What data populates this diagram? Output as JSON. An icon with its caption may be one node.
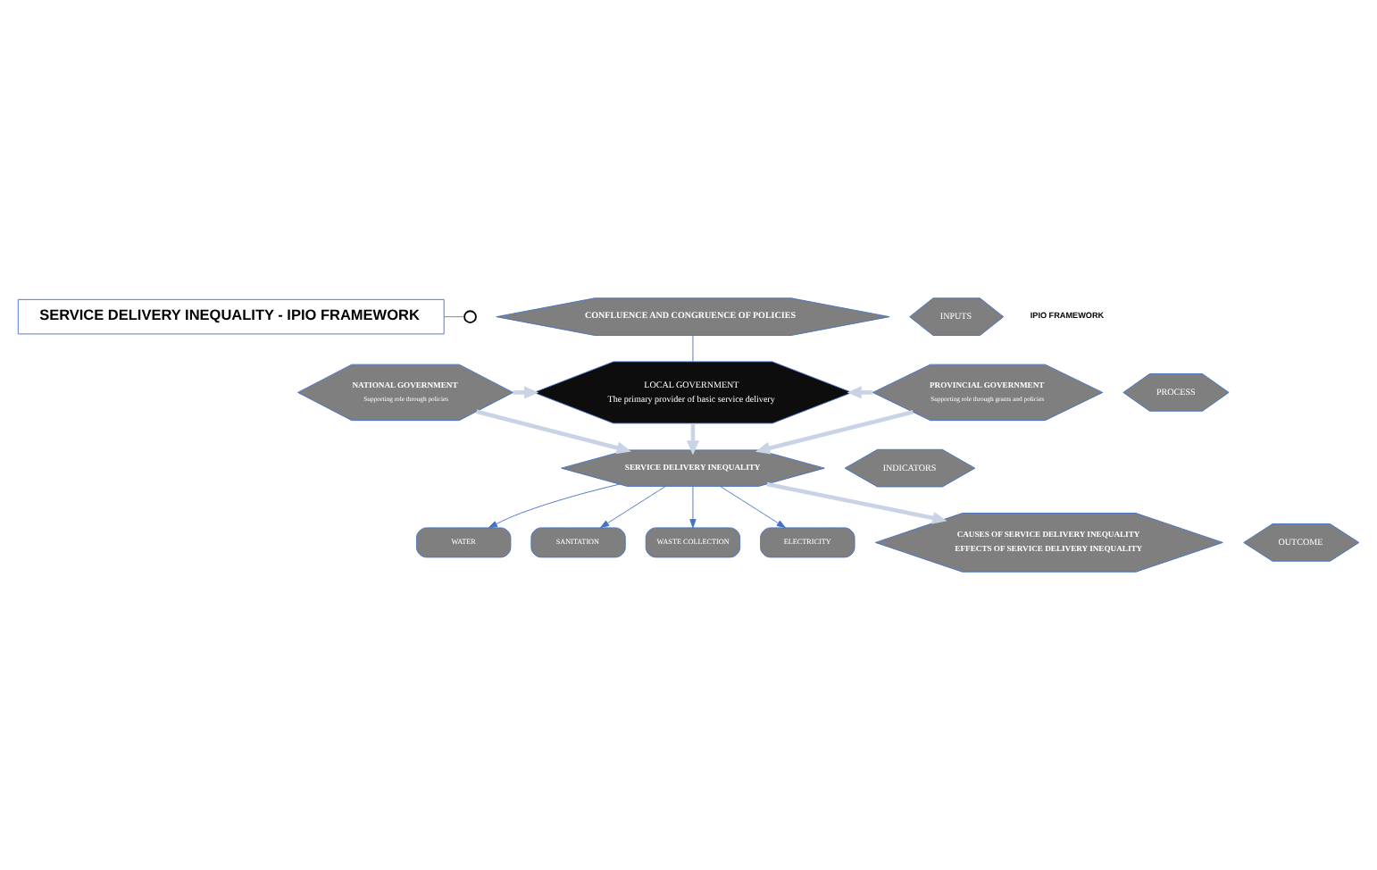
{
  "diagram": {
    "nodes": [
      {
        "text": [
          "SERVICE DELIVERY INEQUALITY - IPIO FRAMEWORK"
        ]
      },
      {
        "text": [],
        "shape": "circle"
      },
      {
        "text": [
          "CONFLUENCE AND CONGRUENCE OF POLICIES"
        ]
      },
      {
        "text": [
          "NATIONAL GOVERNMENT",
          "Supporting role through policies"
        ]
      },
      {
        "text": [
          "LOCAL GOVERNMENT",
          "The primary provider of basic service delivery"
        ]
      },
      {
        "text": [
          "PROVINCIAL GOVERNMENT",
          "Supporting role through grants and policies"
        ]
      },
      {
        "text": [
          "SERVICE DELIVERY INEQUALITY"
        ]
      },
      {
        "text": [
          "WATER"
        ]
      },
      {
        "text": [
          "SANITATION"
        ]
      },
      {
        "text": [
          "WASTE COLLECTION"
        ]
      },
      {
        "text": [
          "ELECTRICITY"
        ]
      },
      {
        "text": [
          "CAUSES OF SERVICE DELIVERY INEQUALITY",
          "EFFECTS OF SERVICE DELIVERY INEQUALITY"
        ]
      },
      {
        "text": [
          "INPUTS"
        ]
      },
      {
        "text": [
          "PROCESS"
        ]
      },
      {
        "text": [
          "INDICATORS"
        ]
      },
      {
        "text": [
          "OUTCOME"
        ]
      }
    ],
    "edges": [
      {
        "from": 0,
        "to": 1,
        "arrow": "none",
        "color": "#7f7f7f"
      },
      {
        "from": 2,
        "to": 4,
        "arrow": "none",
        "color": "#4472c4"
      },
      {
        "from": 3,
        "to": 4,
        "arrow": "to",
        "style": "thick",
        "color": "#c9d3e6"
      },
      {
        "from": 5,
        "to": 4,
        "arrow": "to",
        "style": "thick",
        "color": "#c9d3e6"
      },
      {
        "from": 3,
        "to": 6,
        "arrow": "to",
        "style": "thick",
        "color": "#c9d3e6"
      },
      {
        "from": 4,
        "to": 6,
        "arrow": "to",
        "style": "thick",
        "color": "#c9d3e6"
      },
      {
        "from": 5,
        "to": 6,
        "arrow": "to",
        "style": "thick",
        "color": "#c9d3e6"
      },
      {
        "from": 6,
        "to": 7,
        "arrow": "to",
        "color": "#4472c4"
      },
      {
        "from": 6,
        "to": 8,
        "arrow": "to",
        "color": "#4472c4"
      },
      {
        "from": 6,
        "to": 9,
        "arrow": "to",
        "color": "#4472c4"
      },
      {
        "from": 6,
        "to": 10,
        "arrow": "to",
        "color": "#4472c4"
      },
      {
        "from": 6,
        "to": 11,
        "arrow": "to",
        "style": "thick",
        "color": "#c9d3e6"
      }
    ],
    "labels": [
      "IPIO FRAMEWORK"
    ]
  }
}
